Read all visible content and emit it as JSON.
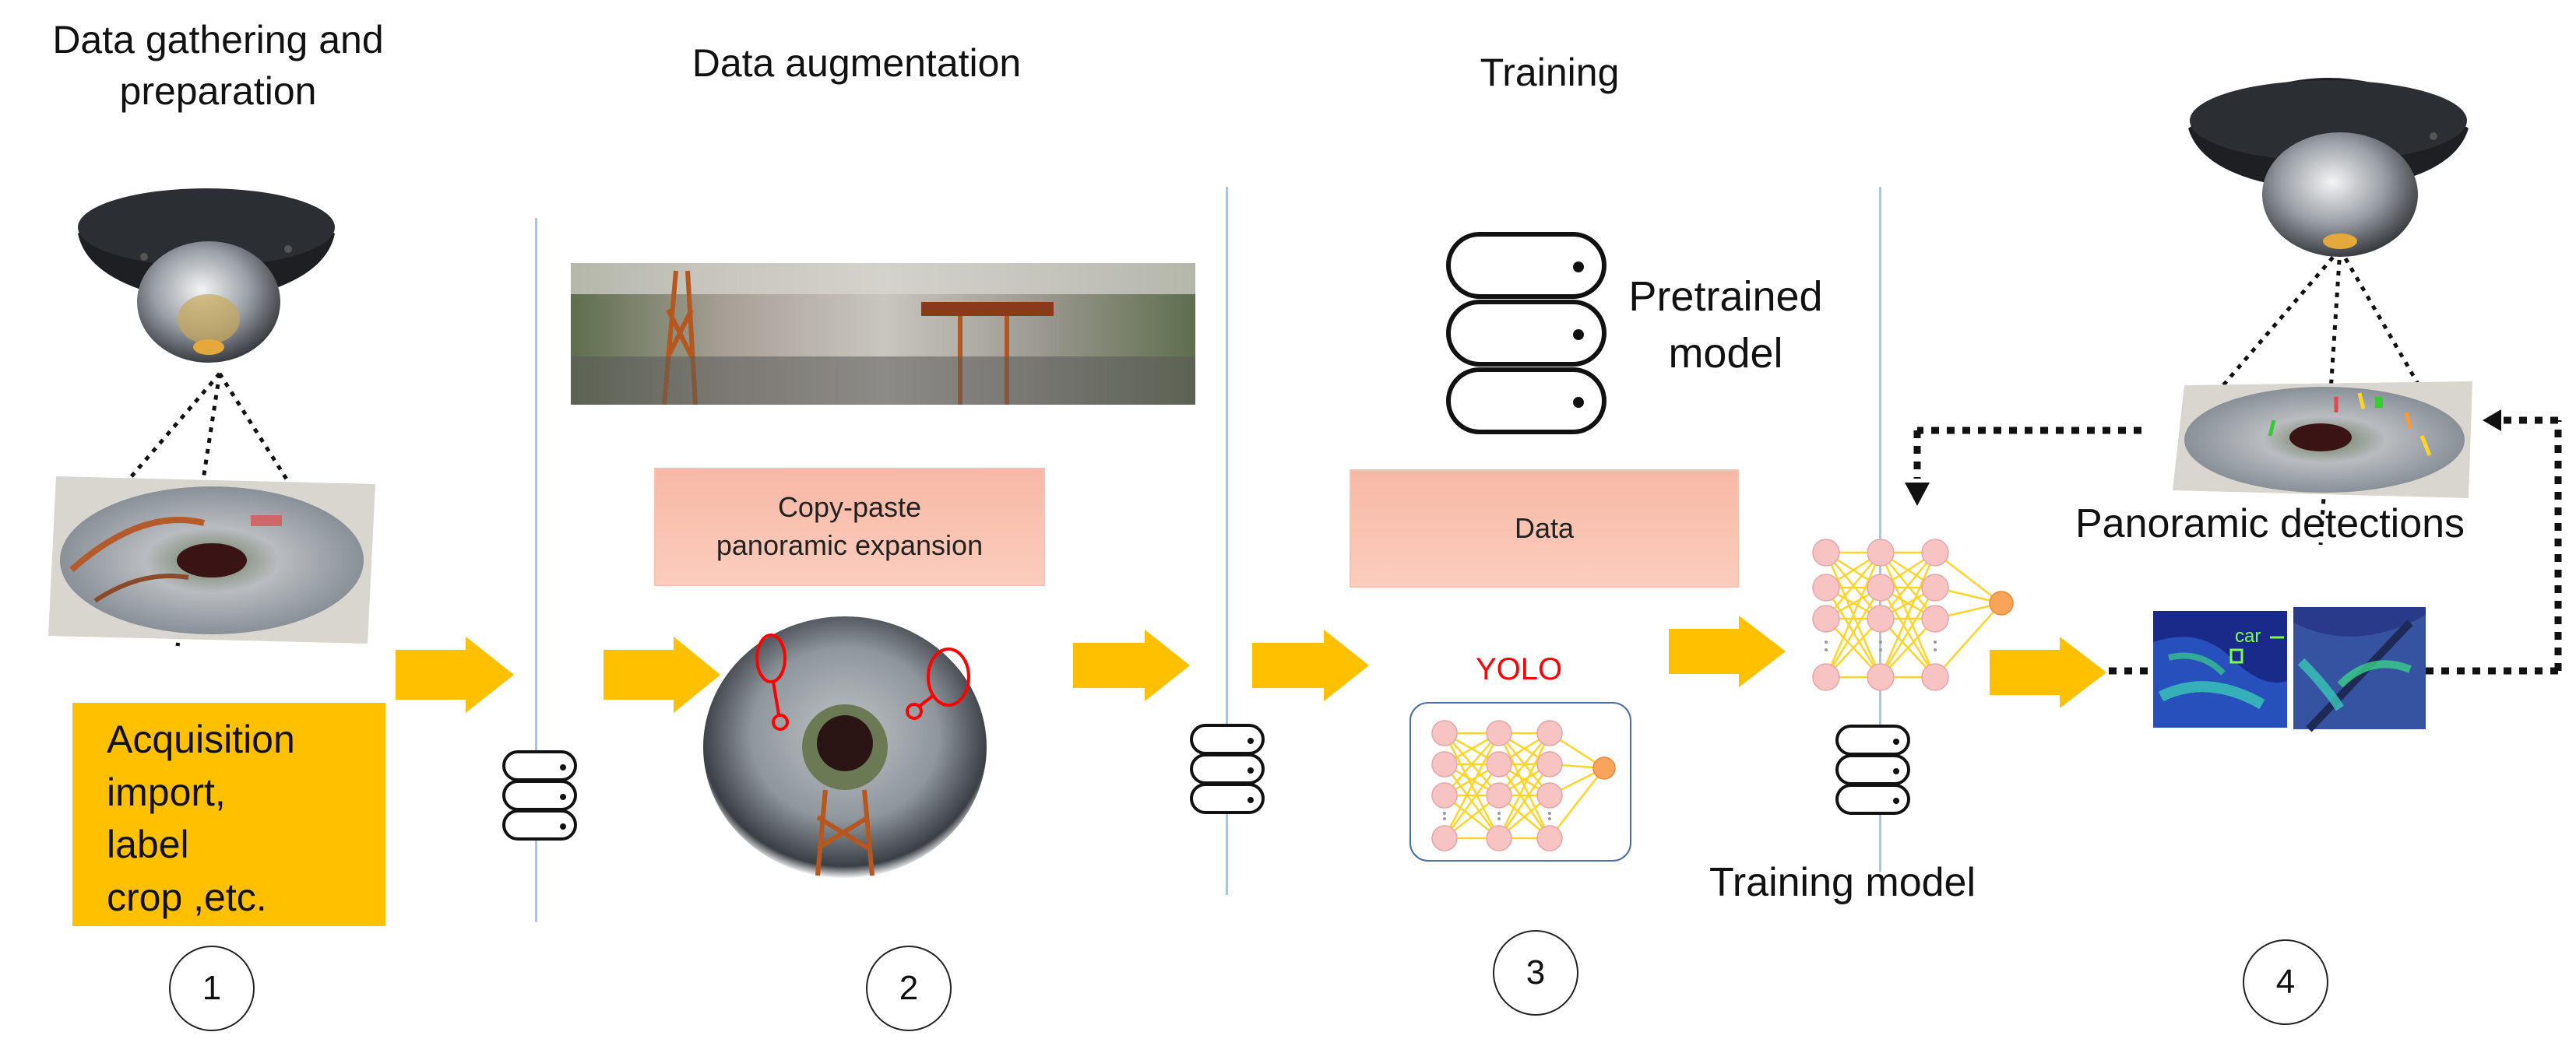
{
  "stages": {
    "s1": {
      "title_line1": "Data gathering and",
      "title_line2": "preparation",
      "number": "1",
      "box_lines": [
        "Acquisition",
        "import,",
        "label",
        "crop ,etc."
      ]
    },
    "s2": {
      "title": "Data augmentation",
      "number": "2",
      "box_line1": "Copy-paste",
      "box_line2": "panoramic expansion"
    },
    "s3": {
      "title": "Training",
      "number": "3",
      "pretrained_line1": "Pretrained",
      "pretrained_line2": "model",
      "data_box": "Data",
      "yolo_label": "YOLO"
    },
    "s4": {
      "number": "4",
      "training_model": "Training model",
      "panoramic_detections": "Panoramic detections",
      "detection_tag": "car"
    }
  },
  "colors": {
    "arrow": "#ffc000",
    "pink_box": "#f9c0ae",
    "orange_box": "#ffc000",
    "yolo_text": "#ff0000",
    "divider": "#a9c4e6",
    "nn_edge": "#ffd42a",
    "nn_node": "#f7c3c3",
    "nn_output": "#f9a45b"
  }
}
